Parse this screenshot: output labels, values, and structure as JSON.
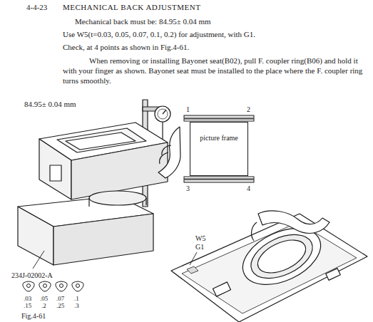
{
  "diagram": {
    "title": "MECHANICAL BACK ADJUSTMENT",
    "nodes": [
      {
        "text": [
          "picture frame"
        ]
      }
    ],
    "labels": [
      "4-4-23",
      "Mechanical back must be: 84.95± 0.04 mm",
      "Use W5(t=0.03, 0.05, 0.07, 0.1, 0.2) for adjustment, with G1.",
      "Check, at 4 points as shown in Fig.4-61.",
      "When removing or installing Bayonet seat(B02), pull F. coupler ring(B06) and hold it with your finger as shown. Bayonet seat must be installed to the place where the F. coupler ring turns smoothly.",
      "84.95± 0.04 mm",
      "1",
      "2",
      "3",
      "4",
      "234J-02002-A",
      ".03",
      ".05",
      ".07",
      ".1",
      ".15",
      ".2",
      ".25",
      ".3",
      "Fig.4-61",
      "W5",
      "G1"
    ]
  }
}
